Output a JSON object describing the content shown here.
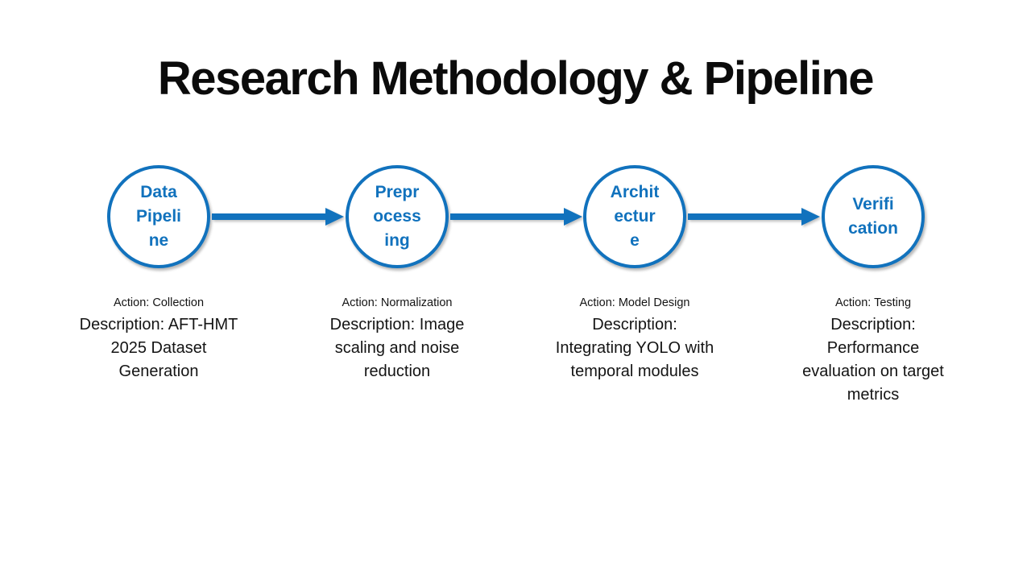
{
  "slide": {
    "title": "Research Methodology & Pipeline",
    "accent_color": "#1172BD",
    "background_color": "#FFFFFF",
    "steps": [
      {
        "label": "Data\nPipeli\nne",
        "action": "Action: Collection",
        "description": "Description: AFT-HMT\n2025 Dataset\nGeneration"
      },
      {
        "label": "Prepr\nocess\ning",
        "action": "Action: Normalization",
        "description": "Description: Image\nscaling and noise\nreduction"
      },
      {
        "label": "Archit\nectur\ne",
        "action": "Action: Model Design",
        "description": "Description:\nIntegrating YOLO with\ntemporal modules"
      },
      {
        "label": "Verifi\ncation",
        "action": "Action: Testing",
        "description": "Description:\nPerformance\nevaluation on target\nmetrics"
      }
    ]
  }
}
